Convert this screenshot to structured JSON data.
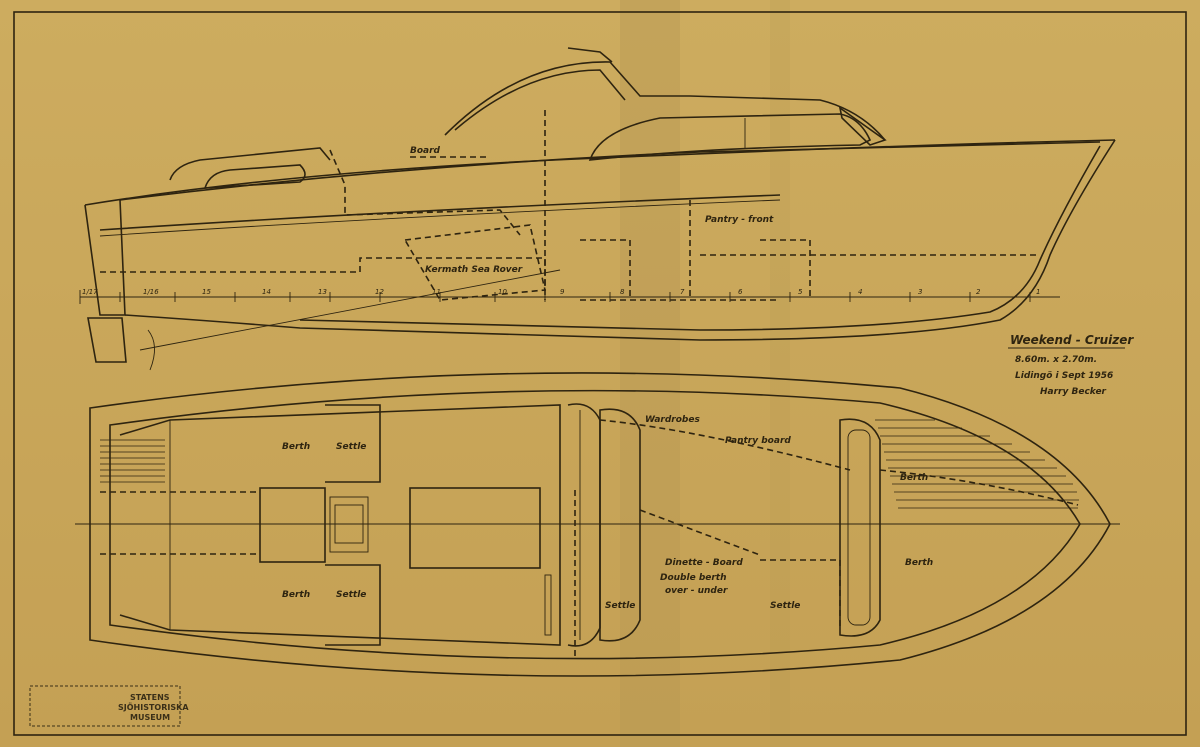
{
  "title_block": {
    "name": "Weekend - Cruizer",
    "dimensions": "8.60m. x 2.70m.",
    "place_date": "Lidingö i Sept 1956",
    "signature": "Harry Becker"
  },
  "profile_labels": {
    "board": "Board",
    "pantry_front": "Pantry - front",
    "engine": "Kermath Sea Rover"
  },
  "plan_labels": {
    "berth_aft_top": "Berth",
    "settle_aft_top": "Settle",
    "berth_aft_bottom": "Berth",
    "settle_aft_bottom": "Settle",
    "wardrobes": "Wardrobes",
    "pantry_board": "Pantry board",
    "dinette_board": "Dinette - Board",
    "double_berth": "Double berth",
    "over_under": "over - under",
    "settle_mid_left": "Settle",
    "settle_mid_right": "Settle",
    "berth_fwd_top": "Berth",
    "berth_fwd_bottom": "Berth"
  },
  "stations": [
    "1/17",
    "1/16",
    "15",
    "14",
    "13",
    "12",
    "11",
    "10",
    "9",
    "8",
    "7",
    "6",
    "5",
    "4",
    "3",
    "2",
    "1"
  ],
  "stamp": {
    "line1": "STATENS",
    "line2": "SJÖHISTORISKA",
    "line3": "MUSEUM"
  }
}
